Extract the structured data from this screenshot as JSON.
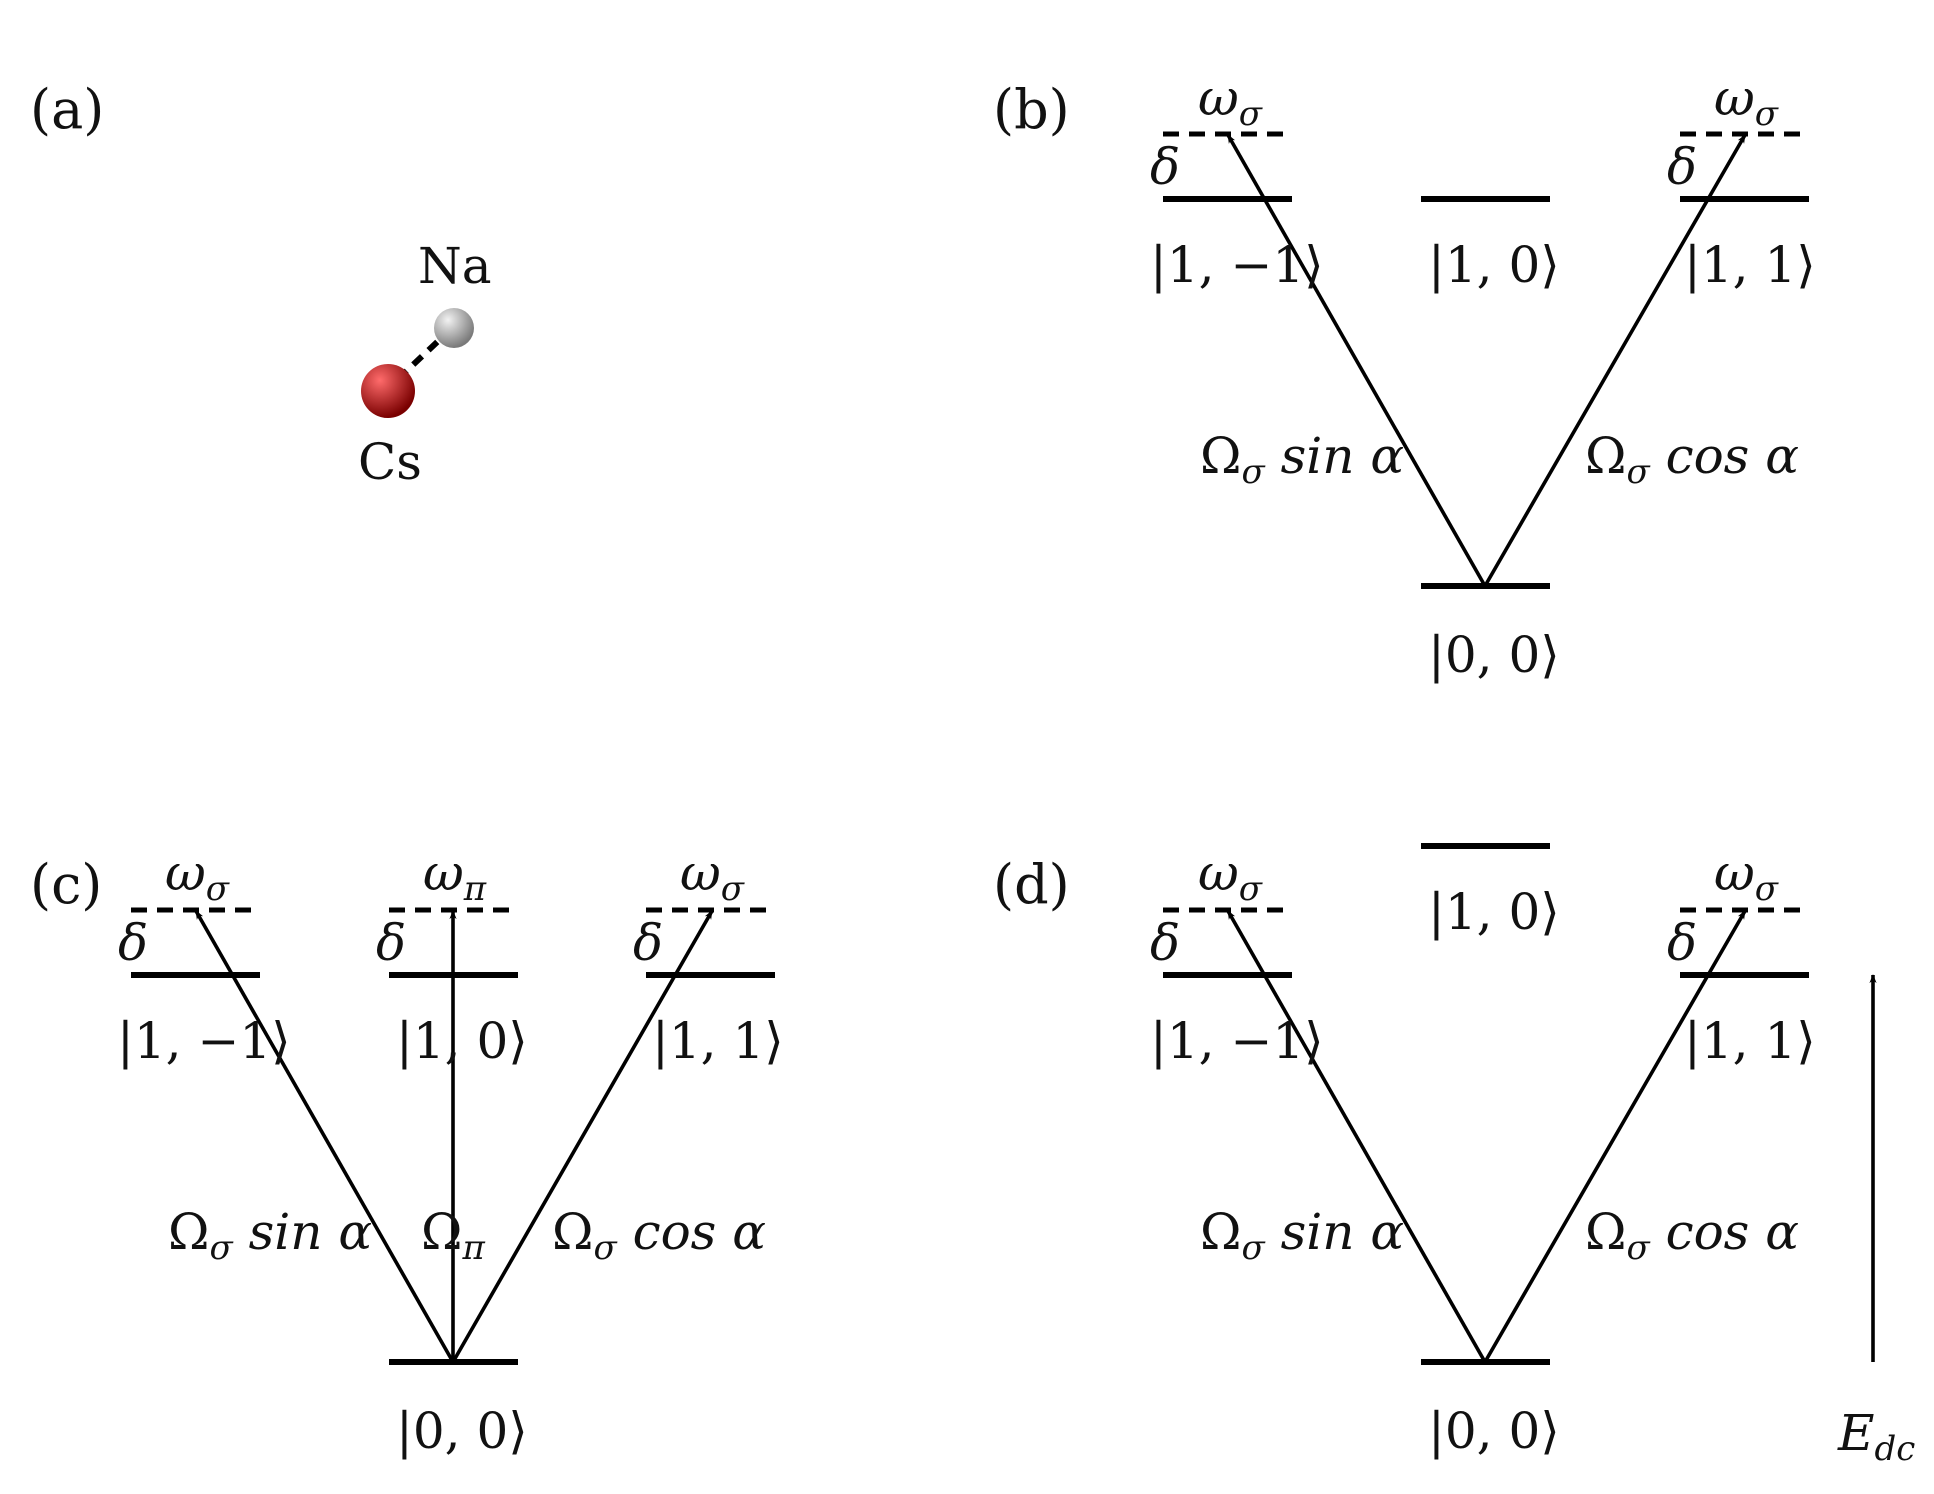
{
  "panels": {
    "a": {
      "label": "(a)",
      "atoms": [
        {
          "name": "Na",
          "color": "#bdbdbd"
        },
        {
          "name": "Cs",
          "color": "#c40d0d"
        }
      ]
    },
    "b": {
      "label": "(b)",
      "kets": {
        "minus": "|1, −1⟩",
        "zero": "|1, 0⟩",
        "plus": "|1, 1⟩",
        "ground": "|0, 0⟩"
      },
      "detuning": "δ",
      "omega_sigma": {
        "main": "ω",
        "sub": "σ"
      },
      "coupling_left": {
        "main": "Ω",
        "sub": "σ",
        "tail": " sin α"
      },
      "coupling_right": {
        "main": "Ω",
        "sub": "σ",
        "tail": " cos α"
      }
    },
    "c": {
      "label": "(c)",
      "kets": {
        "minus": "|1, −1⟩",
        "zero": "|1, 0⟩",
        "plus": "|1, 1⟩",
        "ground": "|0, 0⟩"
      },
      "detuning": "δ",
      "omega_sigma": {
        "main": "ω",
        "sub": "σ"
      },
      "omega_pi": {
        "main": "ω",
        "sub": "π"
      },
      "coupling_left": {
        "main": "Ω",
        "sub": "σ",
        "tail": " sin α"
      },
      "coupling_mid": {
        "main": "Ω",
        "sub": "π"
      },
      "coupling_right": {
        "main": "Ω",
        "sub": "σ",
        "tail": " cos α"
      }
    },
    "d": {
      "label": "(d)",
      "kets": {
        "minus": "|1, −1⟩",
        "zero": "|1, 0⟩",
        "plus": "|1, 1⟩",
        "ground": "|0, 0⟩"
      },
      "detuning": "δ",
      "omega_sigma": {
        "main": "ω",
        "sub": "σ"
      },
      "coupling_left": {
        "main": "Ω",
        "sub": "σ",
        "tail": " sin α"
      },
      "coupling_right": {
        "main": "Ω",
        "sub": "σ",
        "tail": " cos α"
      },
      "field": {
        "main": "E",
        "sub": "dc"
      }
    }
  }
}
